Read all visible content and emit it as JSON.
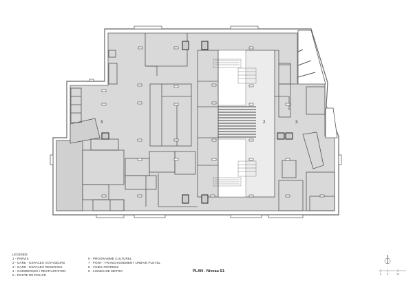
{
  "plan": {
    "area_labels": [
      "3",
      "2",
      "3"
    ],
    "colors": {
      "wall": "#555555",
      "floor": "#d9d9d9",
      "concourse": "#ececec",
      "outline": "#666666"
    }
  },
  "legend": {
    "heading": "LEGENDE",
    "items": [
      "1 - PARVIS",
      "2 - GARE - ESPACES VOYAGEURS",
      "3 - GARE - ESPACES RESERVES",
      "4 - COMMERCES / RESTAURATION",
      "5 - POSTE DE POLICE",
      "6 - PROGRAMME CULTUREL",
      "7 - PONT - FRANCHISSEMENT URBAIN PLEYEL",
      "8 - VOIES FERREES",
      "9 - LIGNES DE METRO"
    ]
  },
  "title": "PLAN - Niveau S1",
  "scale_bar": {
    "labels": [
      "2",
      "5",
      "10"
    ]
  },
  "north_arrow": {
    "icon": "north-arrow-icon"
  }
}
